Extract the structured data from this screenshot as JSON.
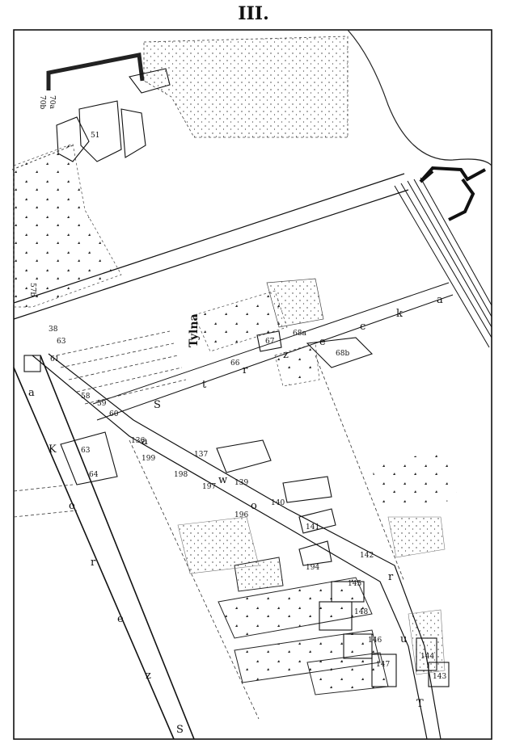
{
  "title": "III.",
  "street_letters": {
    "left": [
      "S",
      "z",
      "e",
      "r",
      "o",
      "K",
      "a"
    ],
    "upper": [
      "S",
      "t",
      "r",
      "z",
      "e",
      "c",
      "k",
      "a"
    ],
    "center": [
      "T",
      "u",
      "r",
      "o",
      "w",
      "a"
    ]
  },
  "place_name": "Tylna",
  "plot_numbers": [
    "70b",
    "70a",
    "51",
    "57b",
    "38",
    "61",
    "63",
    "66",
    "67",
    "68a",
    "68b",
    "58",
    "59",
    "60",
    "63",
    "64",
    "136",
    "199",
    "198",
    "137",
    "197",
    "139",
    "196",
    "140",
    "141",
    "142",
    "194",
    "145",
    "148",
    "146",
    "147",
    "144",
    "143"
  ]
}
